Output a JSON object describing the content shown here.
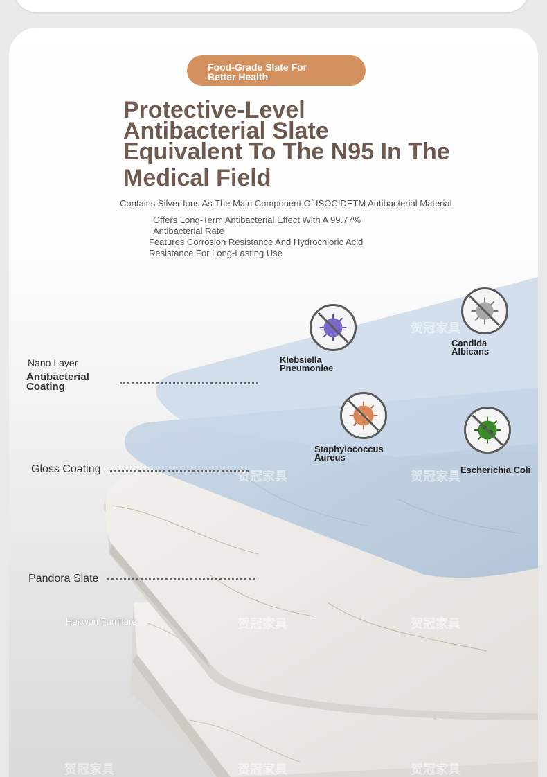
{
  "badge": {
    "line1": "Food-Grade Slate For",
    "line2": "Better Health"
  },
  "headline": {
    "line1": "Protective-Level",
    "line2": "Antibacterial Slate",
    "line3": "Equivalent To The N95 In The",
    "line4": "Medical Field"
  },
  "subtitle": "Contains Silver Ions As The Main Component Of ISOCIDETM Antibacterial Material",
  "features": [
    {
      "line1": "Offers Long-Term Antibacterial Effect With A 99.77%",
      "line2": "Antibacterial Rate"
    },
    {
      "line1": "Features Corrosion Resistance And Hydrochloric Acid",
      "line2": "Resistance For Long-Lasting Use"
    }
  ],
  "layers": {
    "nano_layer": "Nano Layer",
    "antibacterial_line1": "Antibacterial",
    "antibacterial_line2": "Coating",
    "gloss": "Gloss Coating",
    "pandora": "Pandora Slate"
  },
  "bacteria": [
    {
      "line1": "Klebsiella",
      "line2": "Pneumoniae",
      "icon": "purple-virus-icon",
      "color": "#7a68c8"
    },
    {
      "line1": "Candida",
      "line2": "Albicans",
      "icon": "gray-virus-icon",
      "color": "#9a9a9a"
    },
    {
      "line1": "Staphylococcus",
      "line2": "Aureus",
      "icon": "orange-virus-icon",
      "color": "#d98659"
    },
    {
      "line1": "Escherichia Coli",
      "line2": "",
      "icon": "green-virus-icon",
      "color": "#3b8a2a"
    }
  ],
  "brand": "Hekwon Furniture",
  "watermark": "贺冠家具",
  "colors": {
    "badge": "#d3915f",
    "headline": "#6e5a50",
    "film": "#a9c2dc"
  }
}
